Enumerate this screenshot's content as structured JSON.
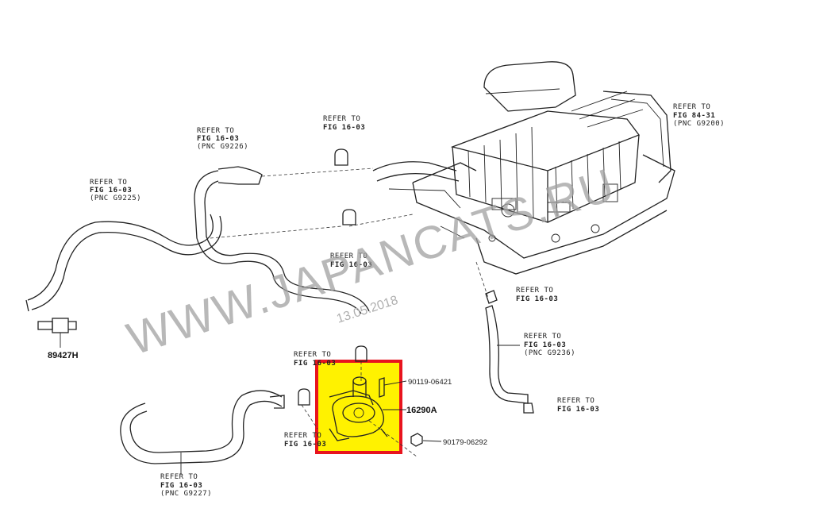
{
  "refer_labels": [
    {
      "id": "r1",
      "line1": "REFER TO",
      "line2": "FIG 16-03",
      "line3": "(PNC G9226)"
    },
    {
      "id": "r2",
      "line1": "REFER TO",
      "line2": "FIG 16-03",
      "line3": "(PNC G9225)"
    },
    {
      "id": "r3",
      "line1": "REFER TO",
      "line2": "FIG 16-03",
      "line3": ""
    },
    {
      "id": "r4",
      "line1": "REFER TO",
      "line2": "FIG 84-31",
      "line3": "(PNC G9200)"
    },
    {
      "id": "r5",
      "line1": "REFER TO",
      "line2": "FIG 16-03",
      "line3": ""
    },
    {
      "id": "r6",
      "line1": "REFER TO",
      "line2": "FIG 16-03",
      "line3": ""
    },
    {
      "id": "r7",
      "line1": "REFER TO",
      "line2": "FIG 16-03",
      "line3": "(PNC G9236)"
    },
    {
      "id": "r8",
      "line1": "REFER TO",
      "line2": "FIG 16-03",
      "line3": ""
    },
    {
      "id": "r9",
      "line1": "REFER TO",
      "line2": "FIG 16-03",
      "line3": ""
    },
    {
      "id": "r10",
      "line1": "REFER TO",
      "line2": "FIG 16-03",
      "line3": ""
    },
    {
      "id": "r11",
      "line1": "REFER TO",
      "line2": "FIG 16-03",
      "line3": "(PNC G9227)"
    }
  ],
  "part_numbers": {
    "sensor": "89427H",
    "bolt": "90119-06421",
    "pump": "16290A",
    "nut": "90179-06292"
  },
  "watermark": "WWW.JAPANCATS.RU",
  "date_stamp": "13.05.2018",
  "colors": {
    "highlight_fill": "#FFF200",
    "highlight_border": "#E8141E",
    "line": "#222222"
  }
}
